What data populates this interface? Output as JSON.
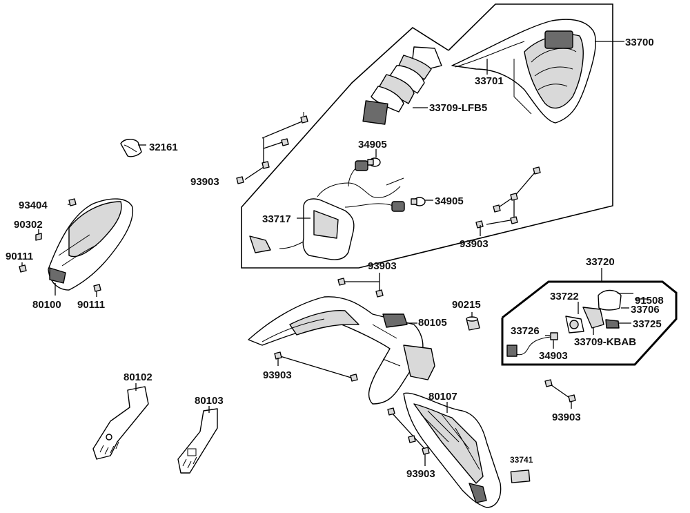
{
  "labels": {
    "l33700": "33700",
    "l33701": "33701",
    "l33709lfb5": "33709-LFB5",
    "l32161": "32161",
    "l34905a": "34905",
    "l34905b": "34905",
    "l93903a": "93903",
    "l93903b": "93903",
    "l93903c": "93903",
    "l93903d": "93903",
    "l93903e": "93903",
    "l93903f": "93903",
    "l33717": "33717",
    "l93404": "93404",
    "l90302": "90302",
    "l90111a": "90111",
    "l90111b": "90111",
    "l80100": "80100",
    "l90215": "90215",
    "l80105": "80105",
    "l33720": "33720",
    "l33722": "33722",
    "l91508": "91508",
    "l33706": "33706",
    "l33726": "33726",
    "l33725": "33725",
    "l33709kbab": "33709-KBAB",
    "l34903": "34903",
    "l80102": "80102",
    "l80103": "80103",
    "l80107": "80107",
    "l33741": "33741"
  },
  "icons": {
    "bolt": "bolt-icon",
    "bulb": "bulb-icon"
  }
}
